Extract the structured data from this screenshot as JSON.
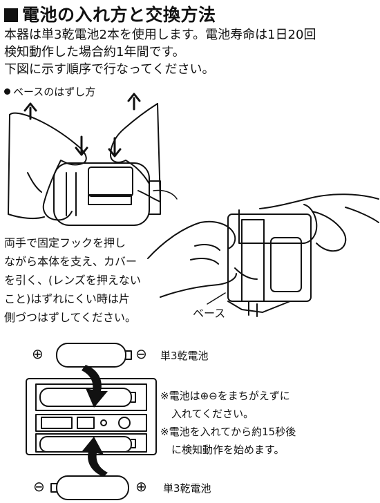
{
  "heading": {
    "icon": "black-square-icon",
    "title": "電池の入れ方と交換方法"
  },
  "intro": {
    "lines": [
      "本器は単3乾電池2本を使用します。電池寿命は1日20回",
      "検知動作した場合約1年間です。",
      "下図に示す順序で行なってください。"
    ]
  },
  "section": {
    "bullet_icon": "black-dot-icon",
    "label": "ベースのはずし方"
  },
  "instruction": {
    "lines": [
      "両手で固定フックを押し",
      "ながら本体を支え、カバー",
      "を引く、(レンズを押えない",
      "こと)はずれにくい時は片",
      "側づつはずしてください。"
    ]
  },
  "figure": {
    "base_label": "ベース"
  },
  "battery": {
    "label_top": "単3乾電池",
    "label_bottom": "単3乾電池",
    "plus_symbol": "⊕",
    "minus_symbol": "⊖"
  },
  "notes": {
    "note1_line1": "※電池は⊕⊖をまちがえずに",
    "note1_line2": "入れてください。",
    "note2_line1": "※電池を入れてから約15秒後",
    "note2_line2": "に検知動作を始めます。"
  }
}
